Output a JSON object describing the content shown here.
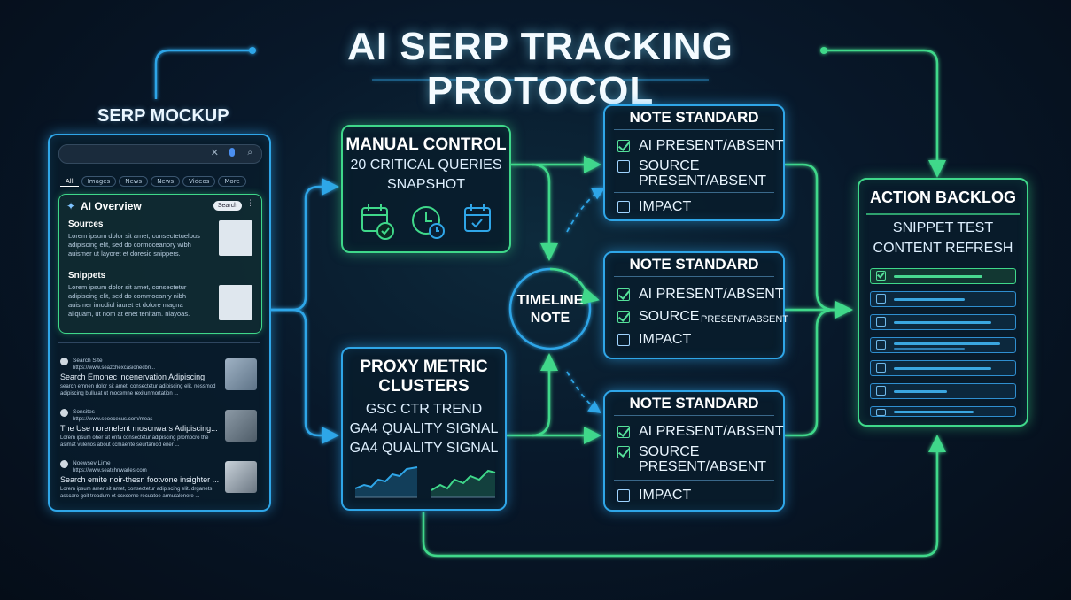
{
  "title": "AI SERP TRACKING PROTOCOL",
  "serp": {
    "label": "SERP MOCKUP",
    "tabs": [
      "All",
      "Images",
      "News",
      "News",
      "Videos",
      "More"
    ],
    "ai_overview": {
      "title": "AI Overview",
      "search_label": "Search",
      "sources_heading": "Sources",
      "sources_text": "Lorem ipsum dolor sit amet, consectetuelbus adipiscing elit, sed do cormoceanory wibh auismer ut layoret et doresic snippers.",
      "snippets_heading": "Snippets",
      "snippets_text": "Lorem ipsum dolor sit amet, consectetur adipiscing elit, sed do commocanry nibh auismer imodiul iauret et dolore magna aliquam, ut nom at enet tenitam. niayoas."
    },
    "results": [
      {
        "site": "Search Site",
        "url": "https://www.seazchexcasionecbn...",
        "title": "Search Emonec incenervation Adipiscing",
        "desc": "search emnen dolor sit amet, consectetur adipiscing elit, nessmod adipiscing bullulat ut mocemne rexitunmortation ..."
      },
      {
        "site": "Sonsites",
        "url": "https://www.seoecesus.com/meas",
        "title": "The Use norenelent moscnwars Adipiscing...",
        "desc": "Lorem ipsum oher sit enfa consectetur adipiscing promocro the asimat vulerios about ccmaente seurtaniod ener ..."
      },
      {
        "site": "Noewsev Lime",
        "url": "https://www.seatchnwarles.com",
        "title": "Search emite noir-thesn footvone insighter ...",
        "desc": "Lorem ipsum amer sit amet, consectetur adipiscing elit. drganets asscaro goit treadum et ocxcerne recuatoe armutalonere ..."
      }
    ]
  },
  "manual": {
    "title": "MANUAL CONTROL",
    "line1": "20 CRITICAL QUERIES",
    "line2": "SNAPSHOT"
  },
  "proxy": {
    "title1": "PROXY METRIC",
    "title2": "CLUSTERS",
    "line1": "GSC CTR TREND",
    "line2": "GA4 QUALITY SIGNAL",
    "line3": "GA4 QUALITY SIGNAL"
  },
  "timeline": {
    "line1": "TIMELINE",
    "line2": "NOTE"
  },
  "notes": [
    {
      "title": "NOTE STANDARD",
      "ai": "AI PRESENT/ABSENT",
      "src_a": "SOURCE",
      "src_b": "PRESENT/ABSENT",
      "impact": "IMPACT",
      "ai_checked": true,
      "src_checked": false,
      "impact_checked": false
    },
    {
      "title": "NOTE STANDARD",
      "ai": "AI PRESENT/ABSENT",
      "src_a": "SOURCE",
      "src_b": "PRESENT/ABSENT",
      "impact": "IMPACT",
      "ai_checked": true,
      "src_checked": true,
      "impact_checked": false
    },
    {
      "title": "NOTE STANDARD",
      "ai": "AI PRESENT/ABSENT",
      "src_a": "SOURCE",
      "src_b": "PRESENT/ABSENT",
      "impact": "IMPACT",
      "ai_checked": true,
      "src_checked": true,
      "impact_checked": false
    }
  ],
  "backlog": {
    "title": "ACTION BACKLOG",
    "line1": "SNIPPET TEST",
    "line2": "CONTENT REFRESH",
    "items_checked": [
      true,
      false,
      false,
      false,
      false,
      false,
      false
    ]
  },
  "colors": {
    "blue": "#2fa6e8",
    "green": "#3fd88a",
    "background": "#06121f"
  }
}
